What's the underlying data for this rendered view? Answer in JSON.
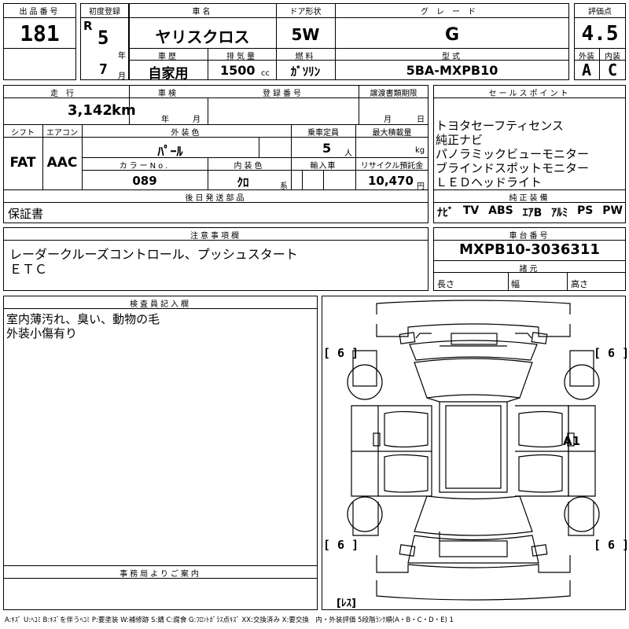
{
  "header": {
    "lot_label": "出品番号",
    "lot": "181",
    "first_reg_label": "初度登録",
    "era": "R",
    "year": "5",
    "year_unit": "年",
    "month": "7",
    "month_unit": "月",
    "name_label": "車名",
    "name": "ヤリスクロス",
    "doors_label": "ドア形状",
    "doors": "5W",
    "grade_label": "グレード",
    "grade": "G",
    "score_label": "評価点",
    "score": "4.5",
    "history_label": "車歴",
    "history": "自家用",
    "displacement_label": "排気量",
    "displacement": "1500",
    "displacement_unit": "cc",
    "fuel_label": "燃料",
    "fuel": "ｶﾞｿﾘﾝ",
    "model_label": "型式",
    "model": "5BA-MXPB10",
    "exterior_label": "外装",
    "exterior": "A",
    "interior_label": "内装",
    "interior": "C"
  },
  "row2": {
    "mileage_label": "走行",
    "mileage": "3,142",
    "mileage_unit": "km",
    "inspection_label": "車検",
    "ins_year": "年",
    "ins_month": "月",
    "reg_no_label": "登録番号",
    "transfer_label": "譲渡書類期限",
    "tr_month": "月",
    "tr_day": "日",
    "shift_label": "シフト",
    "shift": "FAT",
    "ac_label": "エアコン",
    "ac": "AAC",
    "color_label": "外装色",
    "color": "ﾊﾟｰﾙ",
    "capacity_label": "乗車定員",
    "capacity": "5",
    "capacity_unit": "人",
    "max_load_label": "最大積載量",
    "max_load_unit": "kg",
    "color_no_label": "カラーNo.",
    "color_no": "089",
    "int_color_label": "内装色",
    "int_color": "ｸﾛ",
    "int_color_unit": "系",
    "import_label": "輸入車",
    "recycle_label": "リサイクル預託金",
    "recycle": "10,470",
    "recycle_unit": "円",
    "later_label": "後日発送部品",
    "later": "保証書"
  },
  "sales": {
    "label": "セールスポイント",
    "points": [
      "トヨタセーフティセンス",
      "純正ナビ",
      "パノラミックビューモニター",
      "ブラインドスポットモニター",
      "ＬＥＤヘッドライト"
    ]
  },
  "equipment": {
    "label": "純正装備",
    "items": [
      "ﾅﾋﾞ",
      "TV",
      "ABS",
      "ｴｱB",
      "ｱﾙﾐ",
      "PS",
      "PW"
    ]
  },
  "caution": {
    "label": "注意事項欄",
    "lines": [
      "レーダークルーズコントロール、プッシュスタート",
      "ＥＴＣ"
    ]
  },
  "chassis": {
    "label": "車台番号",
    "value": "MXPB10-3036311",
    "spec_label": "諸元",
    "length": "長さ",
    "width": "幅",
    "height": "高さ"
  },
  "inspector": {
    "label": "検査員記入欄",
    "lines": [
      "室内薄汚れ、臭い、動物の毛",
      "外装小傷有り"
    ]
  },
  "office": {
    "label": "事務局よりご案内"
  },
  "diagram": {
    "tire_fl": "[ 6 ]",
    "tire_fr": "[ 6 ]",
    "tire_rl": "[ 6 ]",
    "tire_rr": "[ 6 ]",
    "spare": "[ﾚｽ]",
    "mark": "A1"
  },
  "legend": "A:ｷｽﾞ U:ﾍｺﾐ B:ｷｽﾞを伴うﾍｺﾐ P:要塗装 W:補修跡 S:錆 C:腐食 G:ﾌﾛﾝﾄｶﾞﾗｽ点ｷｽﾞ XX:交換済み X:要交換　内・外装評価 5段階ﾗﾝｸ順(A・B・C・D・E) 1"
}
